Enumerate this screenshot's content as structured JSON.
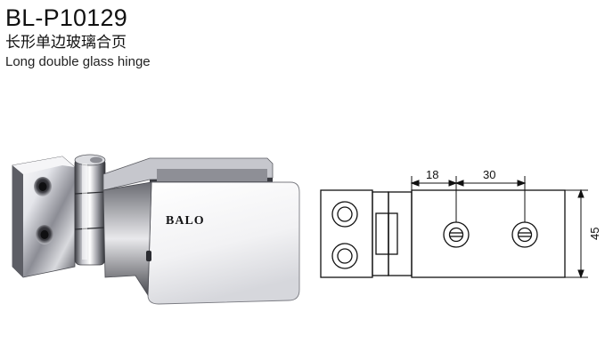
{
  "header": {
    "model": "BL-P10129",
    "name_cn": "长形单边玻璃合页",
    "name_en": "Long double glass hinge"
  },
  "photo": {
    "brand_logo": "BALO"
  },
  "drawing": {
    "dim_18": "18",
    "dim_30": "30",
    "dim_45": "45"
  },
  "colors": {
    "chrome_light": "#f4f4f6",
    "chrome_dark": "#2a2a2e",
    "line": "#111111"
  }
}
